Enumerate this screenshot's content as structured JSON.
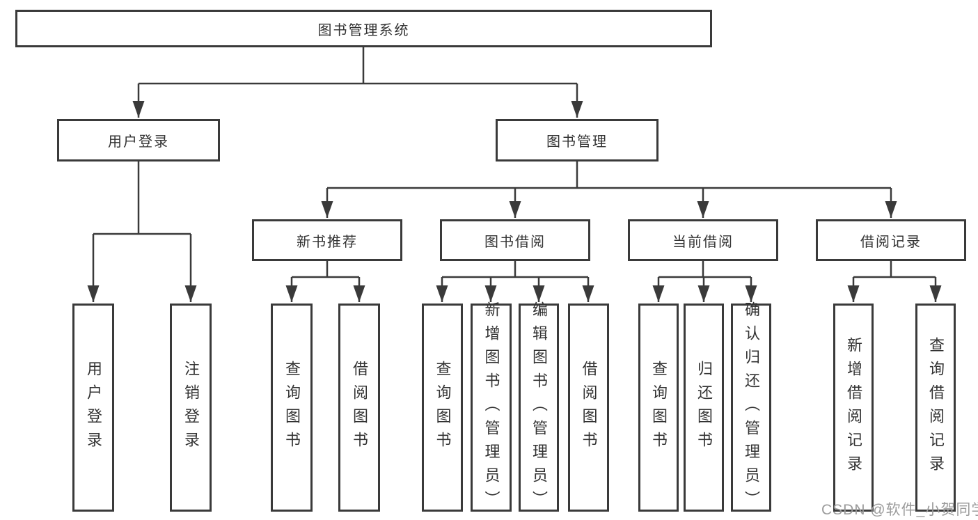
{
  "tree": {
    "label": "图书管理系统",
    "children": [
      {
        "label": "用户登录",
        "children": [
          {
            "label": "用户登录"
          },
          {
            "label": "注销登录"
          }
        ]
      },
      {
        "label": "图书管理",
        "children": [
          {
            "label": "新书推荐",
            "children": [
              {
                "label": "查询图书"
              },
              {
                "label": "借阅图书"
              }
            ]
          },
          {
            "label": "图书借阅",
            "children": [
              {
                "label": "查询图书"
              },
              {
                "label": "新增图书（管理员）"
              },
              {
                "label": "编辑图书（管理员）"
              },
              {
                "label": "借阅图书"
              }
            ]
          },
          {
            "label": "当前借阅",
            "children": [
              {
                "label": "查询图书"
              },
              {
                "label": "归还图书"
              },
              {
                "label": "确认归还（管理员）"
              }
            ]
          },
          {
            "label": "借阅记录",
            "children": [
              {
                "label": "新增借阅记录"
              },
              {
                "label": "查询借阅记录"
              }
            ]
          }
        ]
      }
    ]
  },
  "watermark": {
    "text": "CSDN @软件_小贺同学"
  },
  "colors": {
    "line": "#3a3a3a",
    "text": "#333333",
    "watermark": "#9b9b9b",
    "background": "#ffffff"
  }
}
